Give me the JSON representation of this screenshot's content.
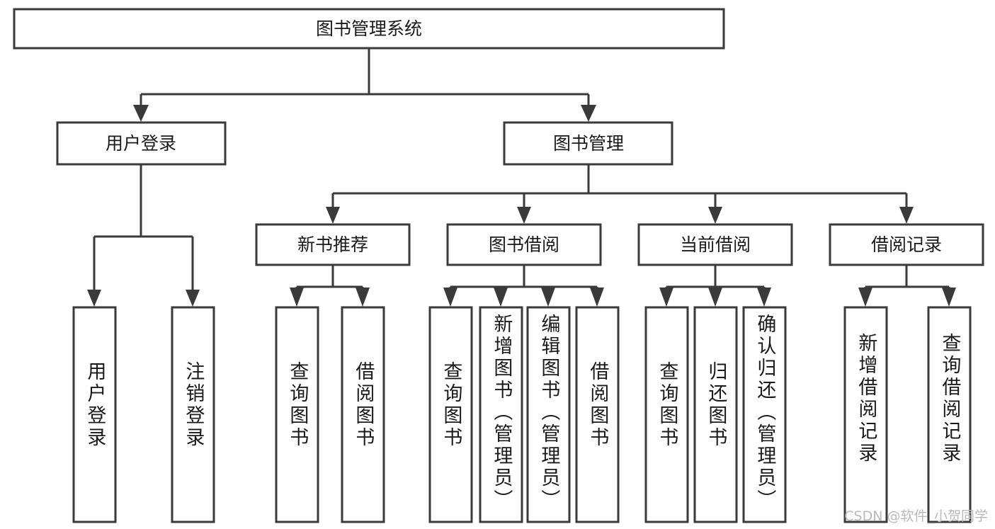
{
  "diagram": {
    "type": "tree",
    "title": "图书管理系统",
    "colors": {
      "stroke": "#3a3a3a",
      "box_fill": "#ffffff",
      "text": "#1a1a1a",
      "background": "#ffffff",
      "watermark": "#b9b9b9"
    },
    "root": {
      "label": "图书管理系统"
    },
    "level2": [
      {
        "label": "用户登录"
      },
      {
        "label": "图书管理"
      }
    ],
    "level3": [
      {
        "label": "新书推荐"
      },
      {
        "label": "图书借阅"
      },
      {
        "label": "当前借阅"
      },
      {
        "label": "借阅记录"
      }
    ],
    "leaves": {
      "user_login": [
        "用户登录",
        "注销登录"
      ],
      "new_book": [
        "查询图书",
        "借阅图书"
      ],
      "book_borrow": [
        "查询图书",
        "新增图书（管理员）",
        "编辑图书（管理员）",
        "借阅图书"
      ],
      "current_borrow": [
        "查询图书",
        "归还图书",
        "确认归还（管理员）"
      ],
      "borrow_record": [
        "新增借阅记录",
        "查询借阅记录"
      ]
    }
  },
  "watermark": {
    "text": "CSDN @软件_小贺同学"
  }
}
